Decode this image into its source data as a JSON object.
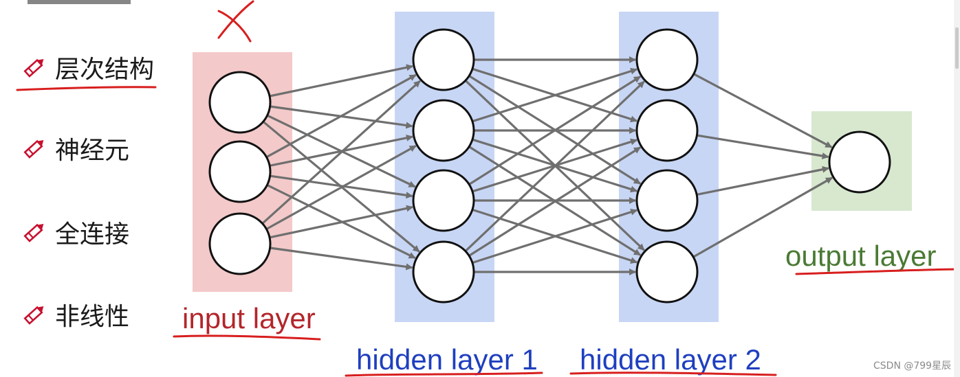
{
  "outline": {
    "items": [
      {
        "label": "层次结构",
        "icon": "pencil-icon"
      },
      {
        "label": "神经元",
        "icon": "pencil-icon"
      },
      {
        "label": "全连接",
        "icon": "pencil-icon"
      },
      {
        "label": "非线性",
        "icon": "pencil-icon"
      }
    ]
  },
  "network": {
    "layers": [
      {
        "label": "input layer",
        "neurons": 3,
        "band_color": "#f3c9c9",
        "label_color": "#b3262b"
      },
      {
        "label": "hidden layer 1",
        "neurons": 4,
        "band_color": "#c8d6f5",
        "label_color": "#1f3fbf"
      },
      {
        "label": "hidden layer 2",
        "neurons": 4,
        "band_color": "#c8d6f5",
        "label_color": "#1f3fbf"
      },
      {
        "label": "output layer",
        "neurons": 1,
        "band_color": "#d7e8cf",
        "label_color": "#4a7a34"
      }
    ],
    "connections": "fully-connected",
    "edge_color": "#6f6f6f",
    "annotation_color": "#d81e1e"
  },
  "watermark": "CSDN @799星辰"
}
